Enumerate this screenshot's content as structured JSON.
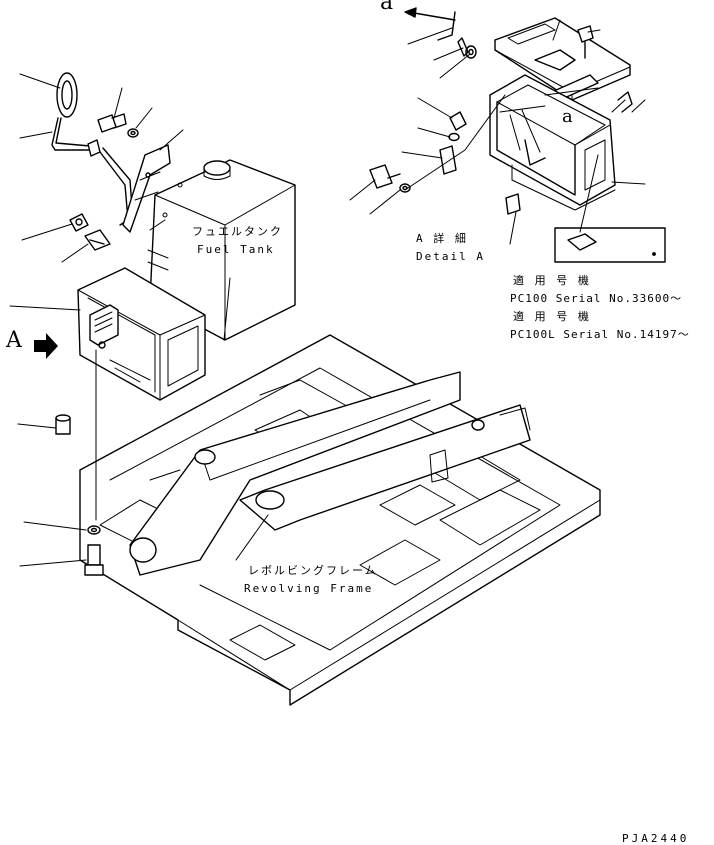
{
  "view_a": {
    "label": "A"
  },
  "detail_a": {
    "heading": "A 詳 細",
    "heading_en": "Detail A",
    "view_marker": "a",
    "callout_letter": "a"
  },
  "fuel_tank": {
    "label_jp": "フュエルタンク",
    "label_en": "Fuel Tank"
  },
  "revolving_frame": {
    "label_jp": "レボルビングフレーム",
    "label_en": "Revolving Frame"
  },
  "applicability": [
    {
      "heading": "適 用 号 機",
      "text": "PC100 Serial No.33600～"
    },
    {
      "heading": "適 用 号 機",
      "text": "PC100L Serial No.14197～"
    }
  ],
  "drawing_number": "PJA2440"
}
